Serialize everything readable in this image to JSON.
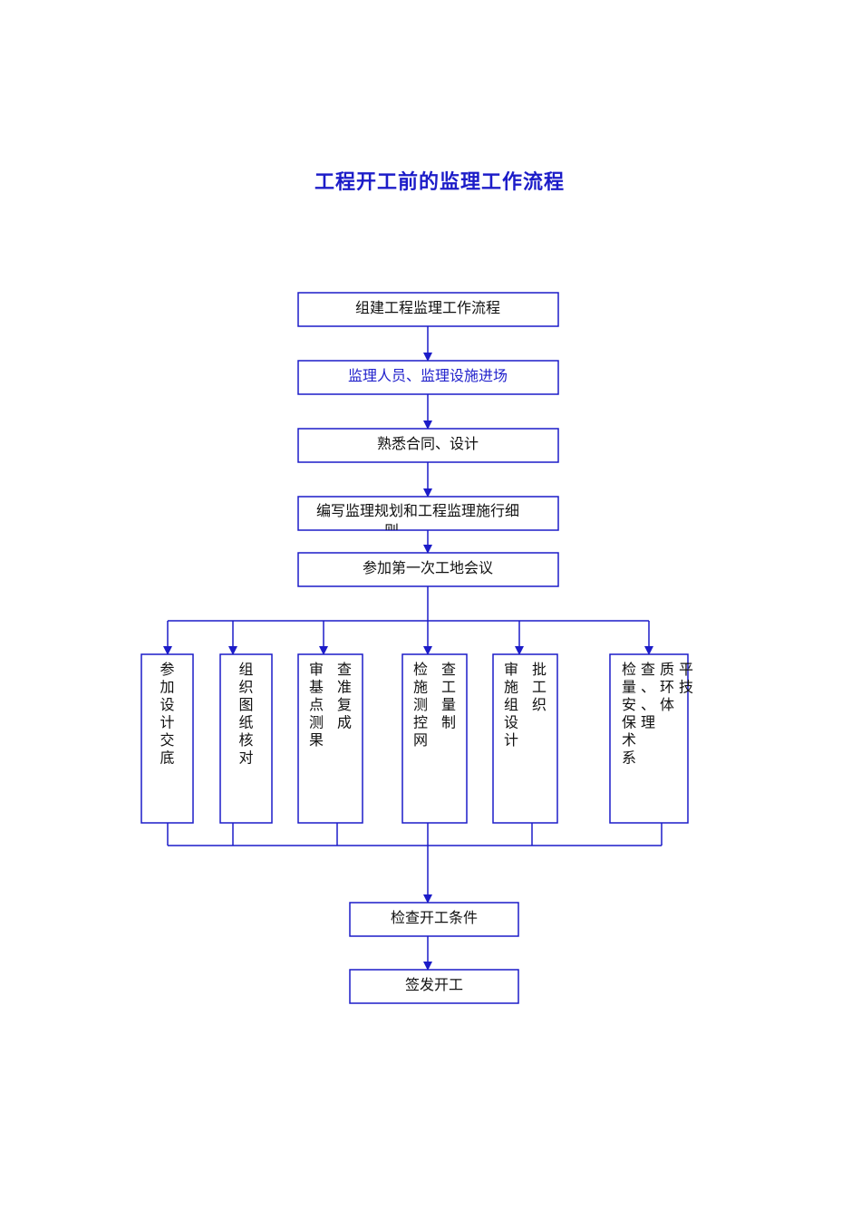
{
  "title": "工程开工前的监理工作流程",
  "colors": {
    "line": "#1c1cc8",
    "text": "#111111",
    "accent_text": "#2222cc"
  },
  "steps": [
    {
      "id": "s1",
      "label": "组建工程监理工作流程"
    },
    {
      "id": "s2",
      "label": "监理人员、监理设施进场"
    },
    {
      "id": "s3",
      "label": "熟悉合同、设计"
    },
    {
      "id": "s4",
      "label": "编写监理规划和工程监理施行细则"
    },
    {
      "id": "s5",
      "label": "参加第一次工地会议"
    }
  ],
  "branches": [
    {
      "id": "b1",
      "columns": [
        "参加设计交底"
      ]
    },
    {
      "id": "b2",
      "columns": [
        "组织图纸核对"
      ]
    },
    {
      "id": "b3",
      "columns": [
        "审基点测果",
        "查准复成"
      ]
    },
    {
      "id": "b4",
      "columns": [
        "检施测控网",
        "查工量制"
      ]
    },
    {
      "id": "b5",
      "columns": [
        "审施组设计",
        "批工织"
      ]
    },
    {
      "id": "b6",
      "columns": [
        "检量安保术系",
        "查、、理",
        "质环体",
        "平技"
      ]
    }
  ],
  "final_steps": [
    {
      "id": "f1",
      "label": "检查开工条件"
    },
    {
      "id": "f2",
      "label": "签发开工"
    }
  ]
}
